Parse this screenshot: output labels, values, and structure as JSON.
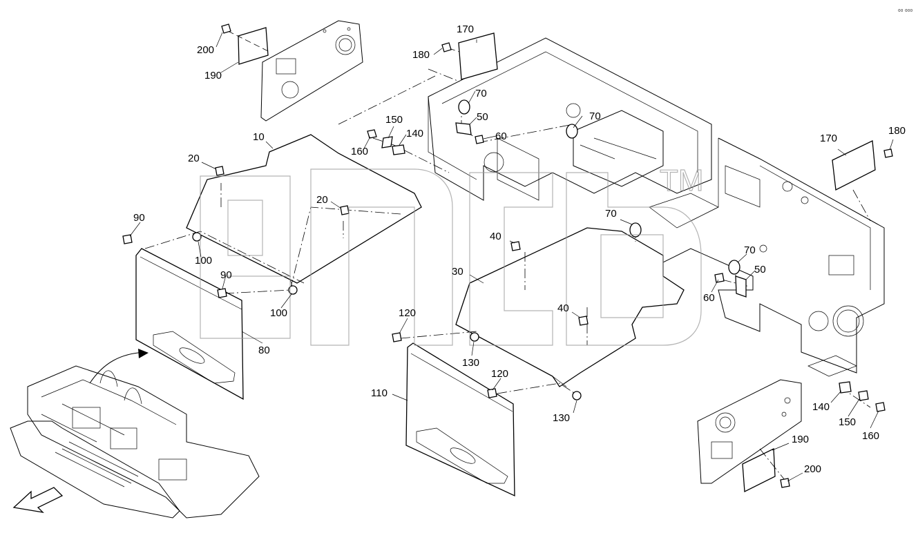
{
  "diagram": {
    "watermark": {
      "text": "ТМ"
    },
    "corner_mark": "₀₀ ₀₀₀",
    "callouts": [
      {
        "id": "c200a",
        "text": "200"
      },
      {
        "id": "c190a",
        "text": "190"
      },
      {
        "id": "c170a",
        "text": "170"
      },
      {
        "id": "c180a",
        "text": "180"
      },
      {
        "id": "c70a",
        "text": "70"
      },
      {
        "id": "c70b",
        "text": "70"
      },
      {
        "id": "c50a",
        "text": "50"
      },
      {
        "id": "c60a",
        "text": "60"
      },
      {
        "id": "c150a",
        "text": "150"
      },
      {
        "id": "c140a",
        "text": "140"
      },
      {
        "id": "c160a",
        "text": "160"
      },
      {
        "id": "c10",
        "text": "10"
      },
      {
        "id": "c20a",
        "text": "20"
      },
      {
        "id": "c20b",
        "text": "20"
      },
      {
        "id": "c90a",
        "text": "90"
      },
      {
        "id": "c100a",
        "text": "100"
      },
      {
        "id": "c90b",
        "text": "90"
      },
      {
        "id": "c100b",
        "text": "100"
      },
      {
        "id": "c80",
        "text": "80"
      },
      {
        "id": "c170b",
        "text": "170"
      },
      {
        "id": "c180b",
        "text": "180"
      },
      {
        "id": "c70c",
        "text": "70"
      },
      {
        "id": "c40a",
        "text": "40"
      },
      {
        "id": "c70d",
        "text": "70"
      },
      {
        "id": "c50b",
        "text": "50"
      },
      {
        "id": "c30",
        "text": "30"
      },
      {
        "id": "c60b",
        "text": "60"
      },
      {
        "id": "c40b",
        "text": "40"
      },
      {
        "id": "c120a",
        "text": "120"
      },
      {
        "id": "c130a",
        "text": "130"
      },
      {
        "id": "c110",
        "text": "110"
      },
      {
        "id": "c120b",
        "text": "120"
      },
      {
        "id": "c130b",
        "text": "130"
      },
      {
        "id": "c140b",
        "text": "140"
      },
      {
        "id": "c150b",
        "text": "150"
      },
      {
        "id": "c160b",
        "text": "160"
      },
      {
        "id": "c190b",
        "text": "190"
      },
      {
        "id": "c200b",
        "text": "200"
      }
    ]
  }
}
